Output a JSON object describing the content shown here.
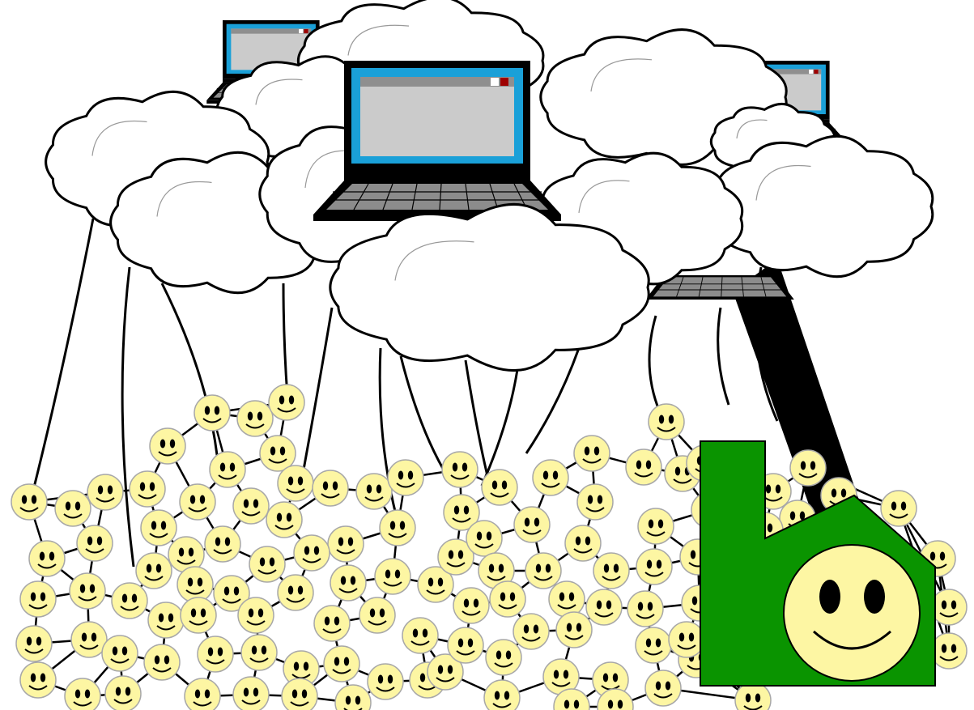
{
  "diagram": {
    "laptops": [
      {
        "name": "laptop-back-left"
      },
      {
        "name": "laptop-back-right"
      },
      {
        "name": "laptop-center"
      },
      {
        "name": "laptop-right"
      }
    ],
    "faces": {
      "count": 160,
      "color": "#fdf6a3"
    },
    "clouds": {
      "color": "#ffffff"
    },
    "logo": {
      "color": "#0a9400",
      "face_color": "#fdf6a3"
    }
  }
}
